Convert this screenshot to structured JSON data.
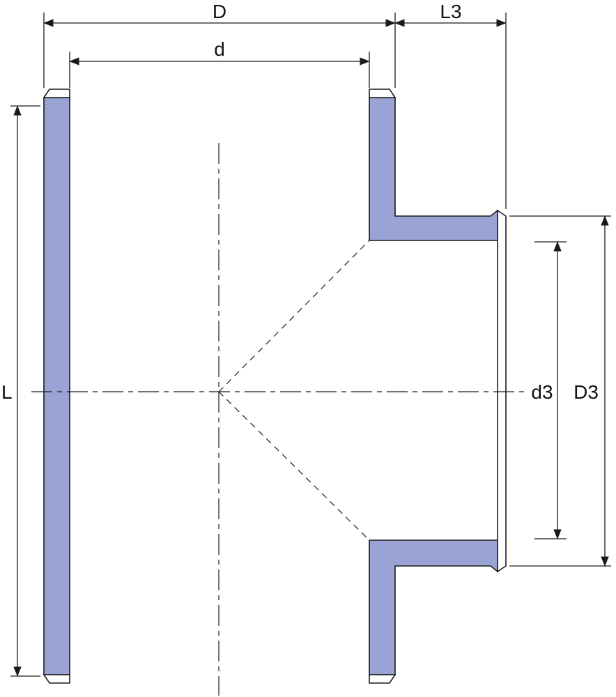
{
  "diagram": {
    "description": "Cross-section technical drawing of a socket tee pipe fitting with dimension labels",
    "labels": {
      "run_outer_diameter": "D",
      "run_inner_diameter": "d",
      "branch_length": "L3",
      "run_length": "L",
      "branch_inner_diameter": "d3",
      "branch_outer_diameter": "D3"
    },
    "colors": {
      "wall_fill": "#9aa4d4",
      "end_face_fill": "#ffffff",
      "outline": "#1a1a1a",
      "background": "#ffffff"
    }
  }
}
